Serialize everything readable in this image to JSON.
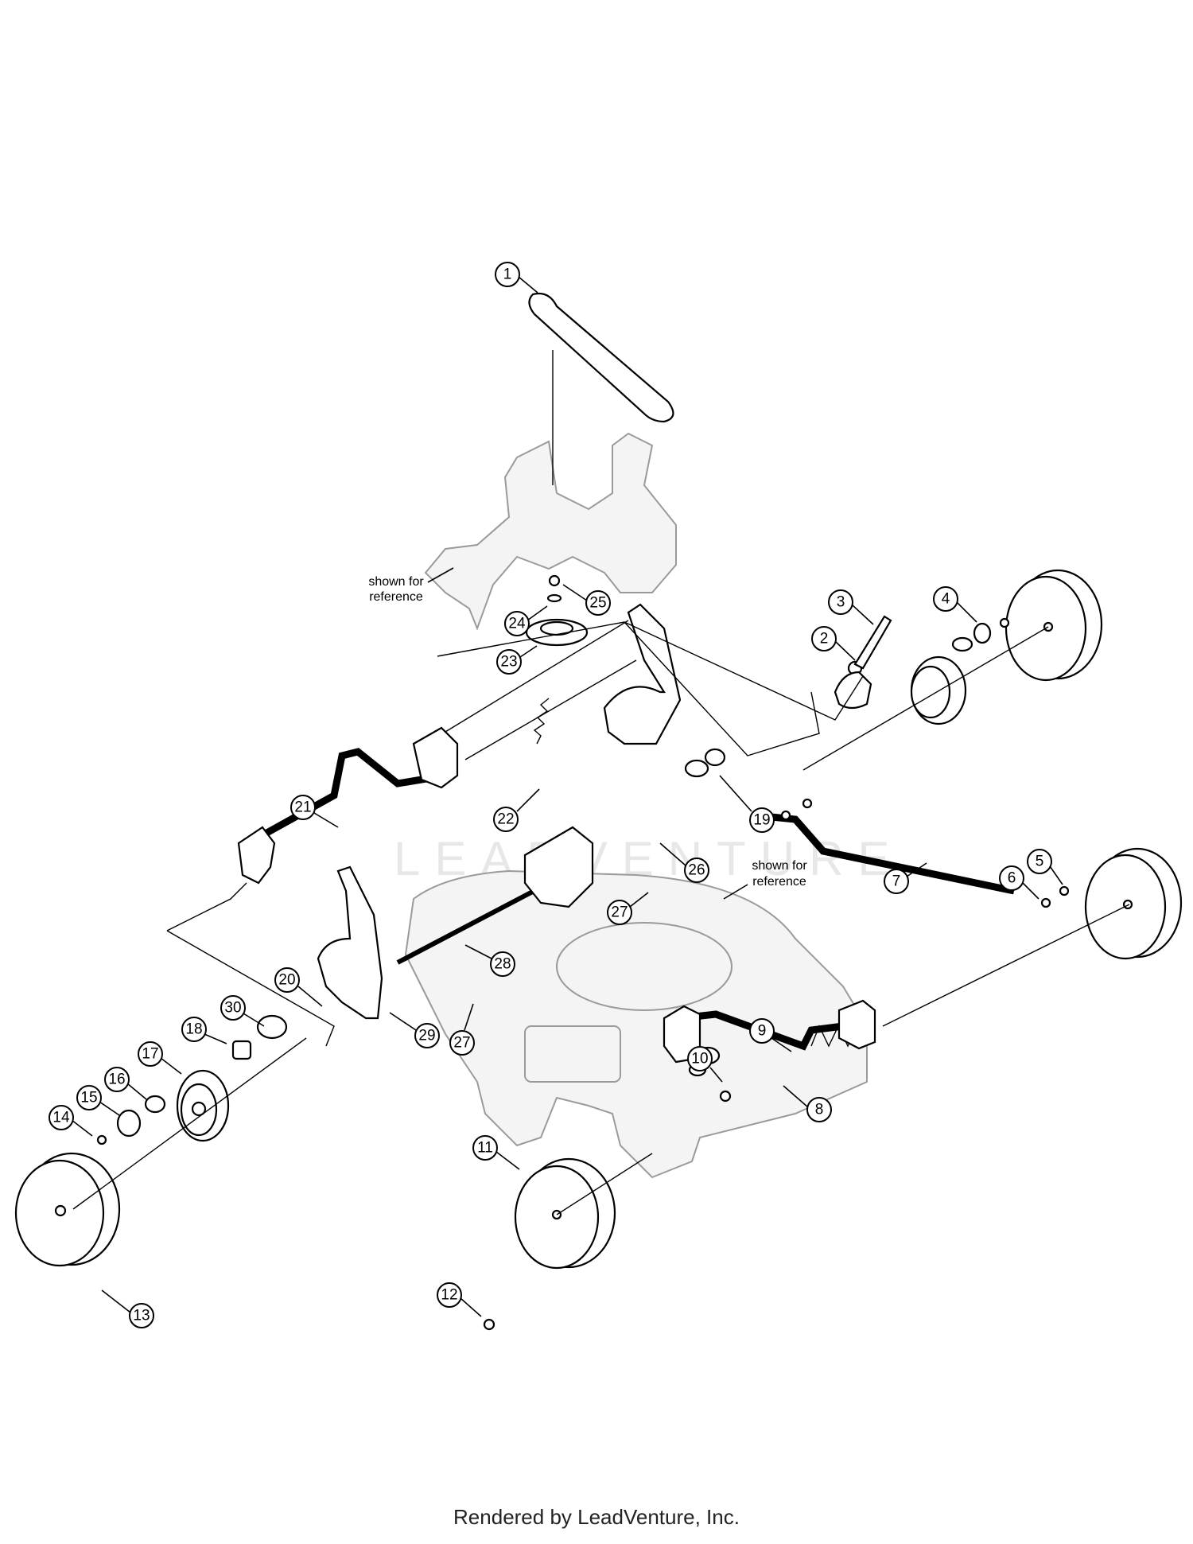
{
  "callouts": [
    {
      "id": "1",
      "label": "1"
    },
    {
      "id": "2",
      "label": "2"
    },
    {
      "id": "3",
      "label": "3"
    },
    {
      "id": "4",
      "label": "4"
    },
    {
      "id": "5",
      "label": "5"
    },
    {
      "id": "6",
      "label": "6"
    },
    {
      "id": "7",
      "label": "7"
    },
    {
      "id": "8",
      "label": "8"
    },
    {
      "id": "9",
      "label": "9"
    },
    {
      "id": "10",
      "label": "10"
    },
    {
      "id": "11",
      "label": "11"
    },
    {
      "id": "12",
      "label": "12"
    },
    {
      "id": "13",
      "label": "13"
    },
    {
      "id": "14",
      "label": "14"
    },
    {
      "id": "15",
      "label": "15"
    },
    {
      "id": "16",
      "label": "16"
    },
    {
      "id": "17",
      "label": "17"
    },
    {
      "id": "18",
      "label": "18"
    },
    {
      "id": "19",
      "label": "19"
    },
    {
      "id": "20",
      "label": "20"
    },
    {
      "id": "21",
      "label": "21"
    },
    {
      "id": "22",
      "label": "22"
    },
    {
      "id": "23",
      "label": "23"
    },
    {
      "id": "24",
      "label": "24"
    },
    {
      "id": "25",
      "label": "25"
    },
    {
      "id": "26",
      "label": "26"
    },
    {
      "id": "27a",
      "label": "27"
    },
    {
      "id": "27b",
      "label": "27"
    },
    {
      "id": "28",
      "label": "28"
    },
    {
      "id": "29",
      "label": "29"
    },
    {
      "id": "30",
      "label": "30"
    }
  ],
  "notes": {
    "top_line1": "shown for",
    "top_line2": "reference",
    "deck_line1": "shown for",
    "deck_line2": "reference"
  },
  "watermark": "LEADVENTURE",
  "footer": "Rendered by LeadVenture, Inc."
}
